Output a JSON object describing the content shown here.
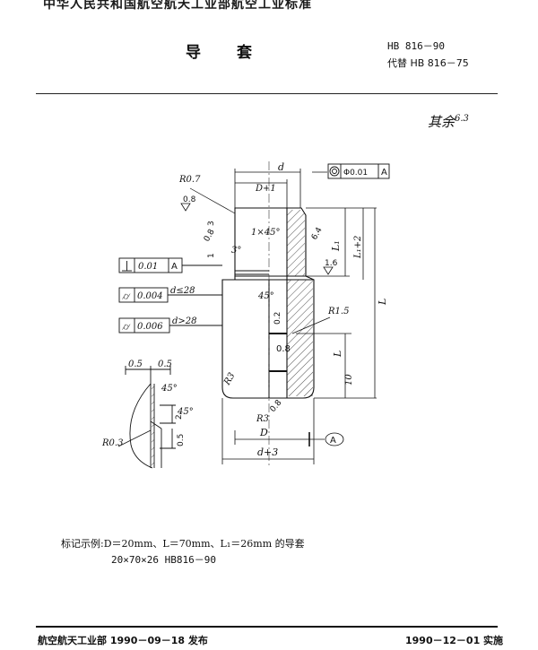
{
  "header": {
    "org": "中华人民共和国航空航天工业部航空工业标准",
    "title_left": "导",
    "title_right": "套",
    "std_no": "HB 816－90",
    "replaces": "代替 HB 816－75"
  },
  "roughness_rest": "其余",
  "roughness_rest_val": "6.3",
  "drawing": {
    "d": "d",
    "d_plus_1": "D+1",
    "concentric_tol": "Φ0.01",
    "datum_a": "A",
    "r_top": "R0.7",
    "ra_08_top": "0.8",
    "dim_3": "3",
    "ra_08_chamfer": "0.8",
    "chamfer": "1×45°",
    "angle_3": "3°",
    "ra_64": "6.4",
    "ra_16": "1.6",
    "l1": "L₁",
    "l1_plus_2": "L₁+2",
    "big_l": "L",
    "small_l": "L",
    "dim_1": "1",
    "perp_tol": "0.01",
    "perp_datum": "A",
    "cyl1_tol": "0.004",
    "cyl1_cond": "d≤28",
    "cyl2_tol": "0.006",
    "cyl2_cond": "d>28",
    "angle_45_mid": "45°",
    "ra_02": "0.2",
    "r15": "R1.5",
    "dim_08": "0.8",
    "r3_left": "R3",
    "r3_bottom": "R3",
    "ra_08_bottom": "0.8",
    "dim_10": "10",
    "big_d": "D",
    "datum_a_bottom": "A",
    "d_plus_3": "d+3",
    "det_05a": "0.5",
    "det_05b": "0.5",
    "det_45a": "45°",
    "det_45b": "45°",
    "det_2": "2",
    "det_05c": "0.5",
    "det_r03": "R0.3"
  },
  "example": {
    "label": "标记示例:D＝20mm、L＝70mm、L₁＝26mm 的导套",
    "code": "20×70×26 HB816－90"
  },
  "footer": {
    "issuer": "航空航天工业部 1990－09－18 发布",
    "effective": "1990－12－01 实施"
  }
}
